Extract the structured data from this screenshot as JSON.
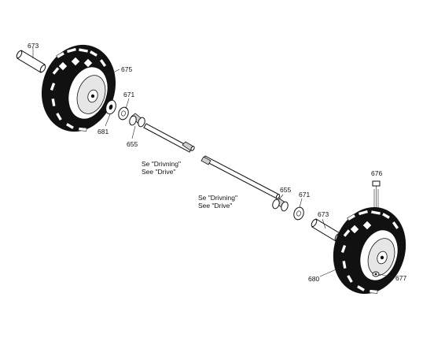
{
  "callouts": {
    "p673_left": "673",
    "p675": "675",
    "p671_left": "671",
    "p681": "681",
    "p655_left": "655",
    "p676": "676",
    "p655_right": "655",
    "p671_right": "671",
    "p673_right": "673",
    "p680": "680",
    "p677": "677"
  },
  "notes": {
    "left_line1": "Se \"Drivning\"",
    "left_line2": "See \"Drive\"",
    "right_line1": "Se \"Drivning\"",
    "right_line2": "See \"Drive\""
  },
  "icons": {
    "left_wheel": "wheel-tire-icon",
    "right_wheel": "wheel-tire-icon",
    "axle": "axle-shaft-icon",
    "bolt": "bolt-icon"
  }
}
